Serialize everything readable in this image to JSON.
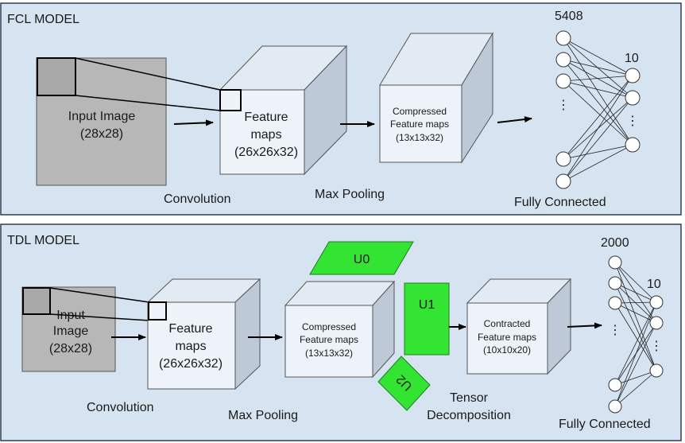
{
  "fcl": {
    "title": "FCL MODEL",
    "input_label": [
      "Input Image",
      "(28x28)"
    ],
    "feature_label": [
      "Feature",
      "maps",
      "(26x26x32)"
    ],
    "pooled_label": [
      "Compressed",
      "Feature maps",
      "(13x13x32)"
    ],
    "convolution": "Convolution",
    "max_pooling": "Max Pooling",
    "fully_connected": "Fully Connected",
    "input_neurons": "5408",
    "output_neurons": "10",
    "ellipsis": "⋮"
  },
  "tdl": {
    "title": "TDL MODEL",
    "input_label": [
      "Input",
      "Image",
      "(28x28)"
    ],
    "feature_label": [
      "Feature",
      "maps",
      "(26x26x32)"
    ],
    "pooled_label": [
      "Compressed",
      "Feature maps",
      "(13x13x32)"
    ],
    "contracted_label": [
      "Contracted",
      "Feature maps",
      "(10x10x20)"
    ],
    "u0": "U0",
    "u1": "U1",
    "u2": "U2",
    "convolution": "Convolution",
    "max_pooling": "Max Pooling",
    "tensor_decomposition": [
      "Tensor",
      "Decomposition"
    ],
    "fully_connected": "Fully Connected",
    "input_neurons": "2000",
    "output_neurons": "10",
    "ellipsis": "⋮"
  },
  "colors": {
    "panel_fill": "#d6e4f2",
    "panel_stroke": "#2f3e4e",
    "input_fill": "#b7b7b7",
    "cube_front": "#eef3f9",
    "cube_top": "#e2eaf3",
    "cube_side": "#bdc9d6",
    "factor_green": "#33e433"
  }
}
